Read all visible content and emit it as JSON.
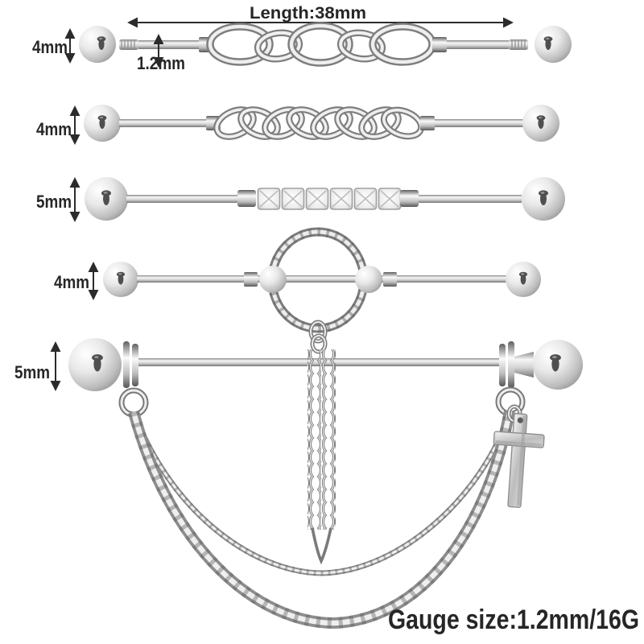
{
  "annotations": {
    "length": "Length:38mm",
    "pin_gauge": "1.2mm",
    "footer_gauge": "Gauge size:1.2mm/16G"
  },
  "barbells": [
    {
      "name": "chain-link-industrial-barbell",
      "size": "4mm"
    },
    {
      "name": "curb-chain-industrial-barbell",
      "size": "4mm"
    },
    {
      "name": "crystal-paved-industrial-barbell",
      "size": "5mm"
    },
    {
      "name": "twisted-circle-industrial-barbell",
      "size": "4mm"
    },
    {
      "name": "cross-chain-dangle-industrial-barbell",
      "size": "5mm"
    }
  ],
  "colors": {
    "background": "#ffffff",
    "text": "#262626",
    "metal_light": "#f5f5f5",
    "metal_mid": "#c9c9c9",
    "metal_dark": "#898989"
  }
}
